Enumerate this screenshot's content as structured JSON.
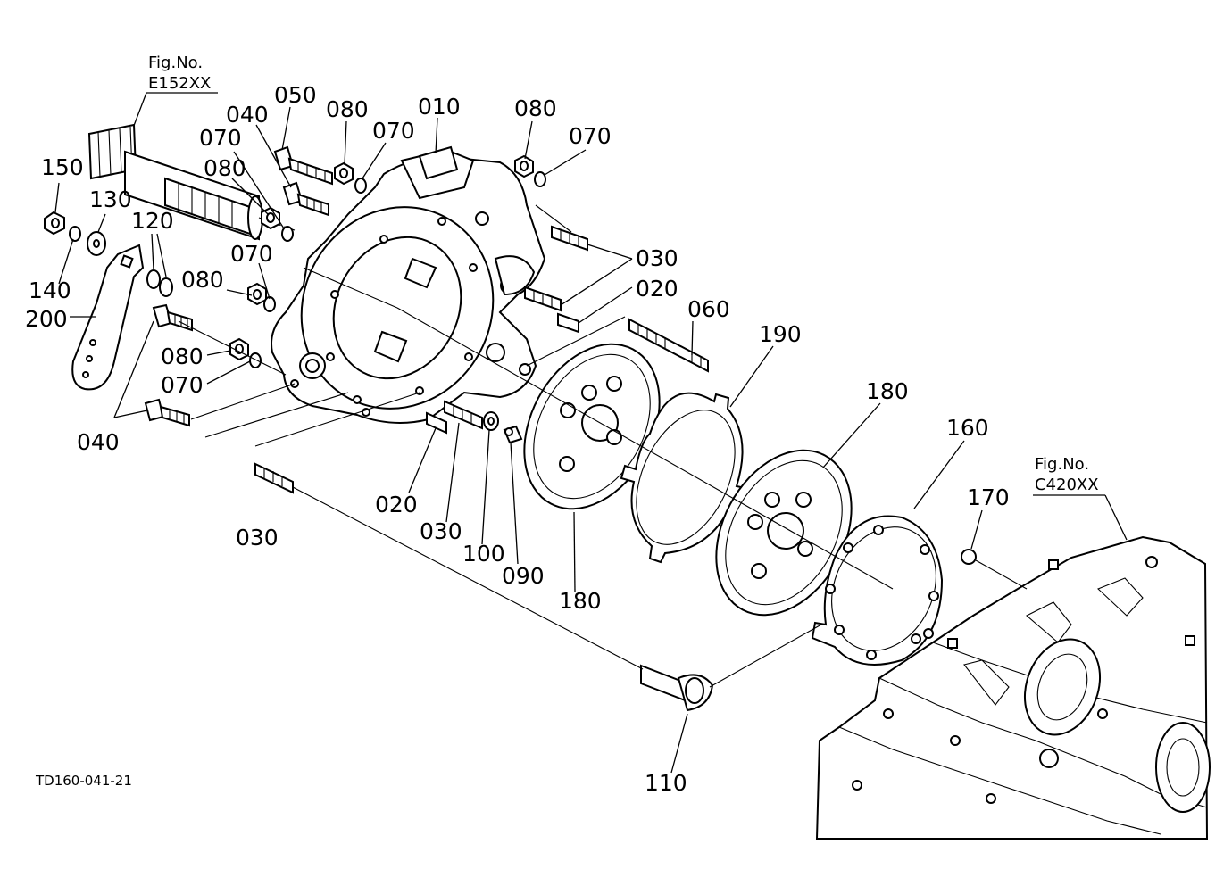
{
  "references": {
    "top_left": {
      "line1": "Fig.No.",
      "line2": "E152XX"
    },
    "right": {
      "line1": "Fig.No.",
      "line2": "C420XX"
    }
  },
  "drawing_code": "TD160-041-21",
  "callouts": {
    "c010": "010",
    "c020a": "020",
    "c020b": "020",
    "c030a": "030",
    "c030b": "030",
    "c030c": "030",
    "c040a": "040",
    "c040b": "040",
    "c050": "050",
    "c060": "060",
    "c070a": "070",
    "c070b": "070",
    "c070c": "070",
    "c070d": "070",
    "c070e": "070",
    "c080a": "080",
    "c080b": "080",
    "c080c": "080",
    "c080d": "080",
    "c080e": "080",
    "c090": "090",
    "c100": "100",
    "c110": "110",
    "c120": "120",
    "c130": "130",
    "c140": "140",
    "c150": "150",
    "c160": "160",
    "c170": "170",
    "c180a": "180",
    "c180b": "180",
    "c190": "190",
    "c200": "200"
  }
}
